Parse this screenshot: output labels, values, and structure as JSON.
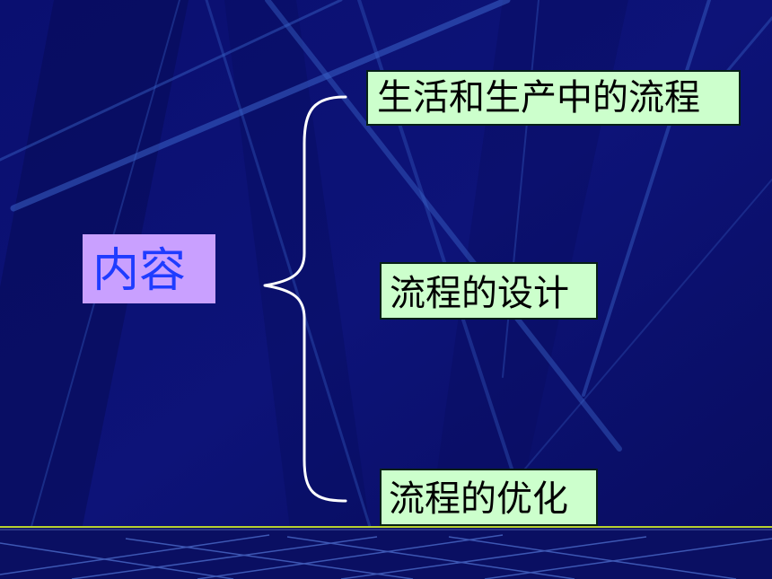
{
  "slide": {
    "main_topic": "内容",
    "subtopics": [
      "生活和生产中的流程",
      "流程的设计",
      "流程的优化"
    ]
  },
  "colors": {
    "background": "#0b106e",
    "main_box_fill": "#c9a0ff",
    "main_box_text": "#1f3cff",
    "item_box_fill": "#ccffcc",
    "brace": "#ffffff",
    "footer_line": "#b8d030"
  }
}
